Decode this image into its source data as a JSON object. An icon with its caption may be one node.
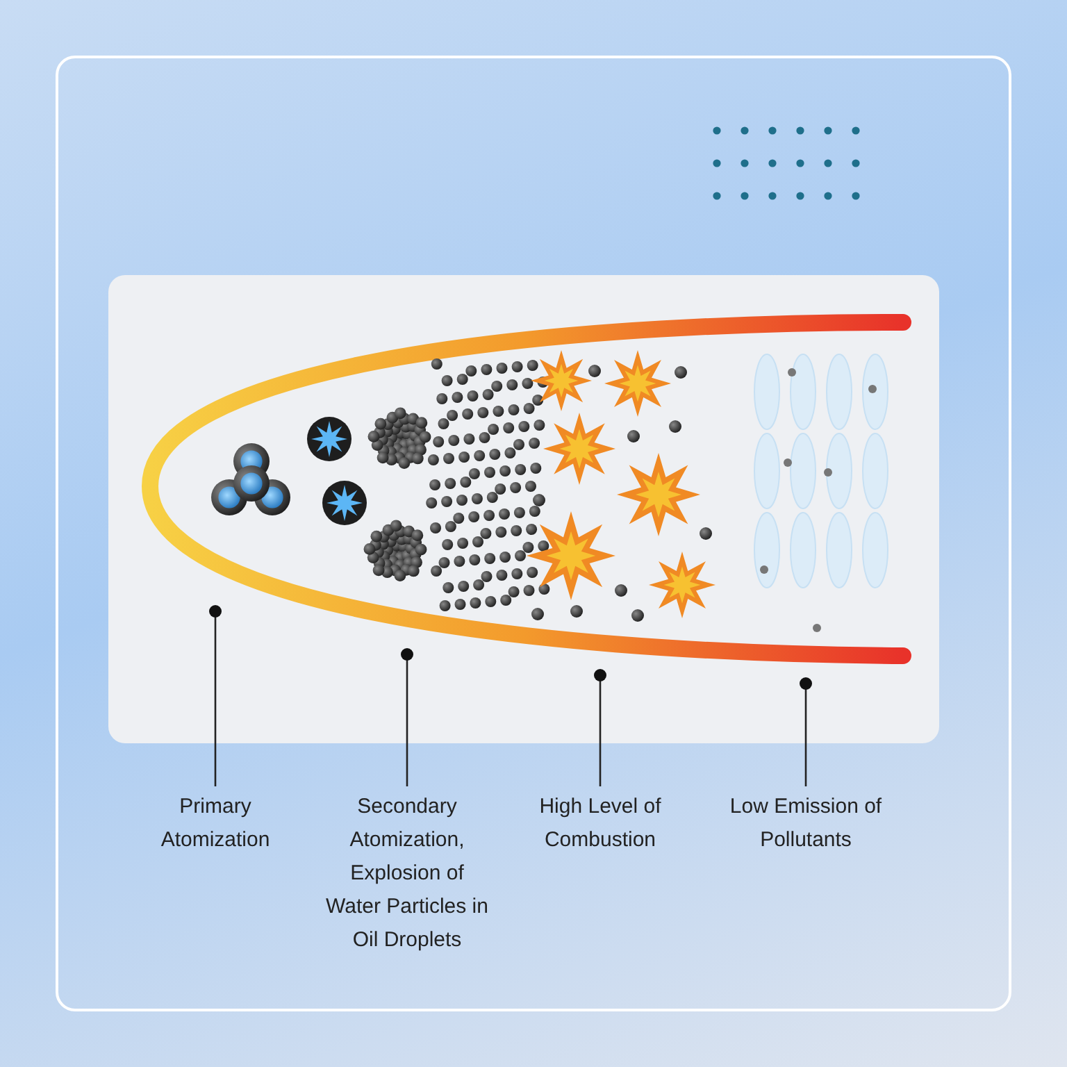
{
  "diagram": {
    "nodes": [
      {
        "text": [
          "Primary Atomization"
        ]
      },
      {
        "text": [
          "Secondary Atomization, Explosion of Water Particles in Oil Droplets"
        ]
      },
      {
        "text": [
          "High Level of Combustion"
        ]
      },
      {
        "text": [
          "Low Emission of Pollutants"
        ]
      }
    ],
    "edges": [
      {
        "from": 0,
        "to": null,
        "arrow": "other"
      },
      {
        "from": 1,
        "to": null,
        "arrow": "other"
      },
      {
        "from": 2,
        "to": null,
        "arrow": "other"
      },
      {
        "from": 3,
        "to": null,
        "arrow": "other"
      }
    ]
  }
}
